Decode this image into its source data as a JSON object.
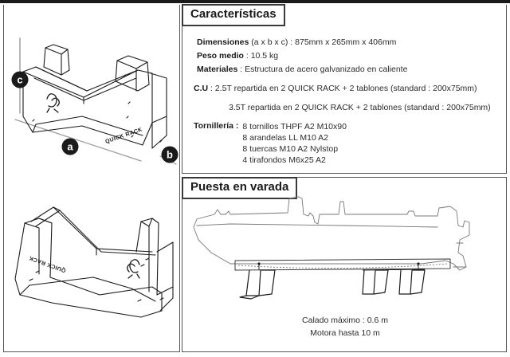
{
  "panels": {
    "specs": {
      "title": "Características",
      "dimensiones": {
        "label": "Dimensiones",
        "paren": "(a x b x c)",
        "sep": " : ",
        "value": "875mm x 265mm x 406mm"
      },
      "peso": {
        "label": "Peso medio",
        "sep": " : ",
        "value": "10.5 kg"
      },
      "materiales": {
        "label": "Materiales",
        "sep": " : ",
        "value": "Estructura de acero galvanizado en caliente"
      },
      "cu": {
        "label": "C.U",
        "sep": " : ",
        "line1": "2.5T repartida en 2 QUICK RACK + 2 tablones (standard : 200x75mm)",
        "line2": "3.5T repartida en 2 QUICK RACK + 2 tablones (standard : 200x75mm)"
      },
      "tornilleria": {
        "label": "Tornillería :",
        "items": [
          "8 tornillos THPF A2 M10x90",
          "8 arandelas LL M10 A2",
          "8 tuercas M10 A2 Nylstop",
          "4 tirafondos M6x25 A2"
        ]
      }
    },
    "varada": {
      "title": "Puesta en varada",
      "caption_line1": "Calado máximo : 0.6 m",
      "caption_line2": "Motora hasta 10 m"
    }
  },
  "drawings": {
    "top_view": {
      "name": "quick-rack-isometric-front",
      "brand": "QUICK RACK",
      "callouts": [
        {
          "id": "a",
          "meaning": "length-dimension"
        },
        {
          "id": "b",
          "meaning": "width-dimension"
        },
        {
          "id": "c",
          "meaning": "height-dimension"
        }
      ]
    },
    "bottom_view": {
      "name": "quick-rack-isometric-rear",
      "brand": "QUICK RACK"
    },
    "varada_view": {
      "name": "boat-on-quick-rack-stands"
    }
  },
  "colors": {
    "ink": "#1a1a1a",
    "text": "#2b2b2b",
    "border": "#555555",
    "line": "#3a3a3a",
    "callout_fill": "#1a1a1a",
    "callout_text": "#ffffff",
    "thin_line": "#9a9a9a"
  }
}
